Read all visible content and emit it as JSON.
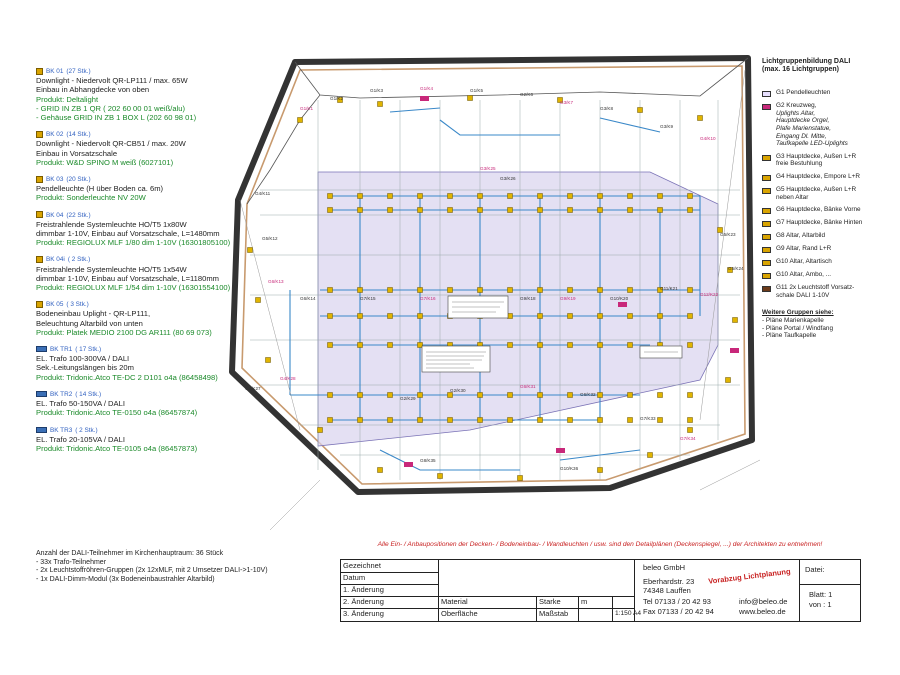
{
  "legend": [
    {
      "code": "BK 01",
      "count": "(27 Stk.)",
      "lines": [
        "Downlight - Niedervolt QR-LP111 / max. 65W",
        "Einbau in Abhangdecke von oben"
      ],
      "product": [
        "Produkt: Deltalight",
        "- GRID IN ZB 1 QR ( 202 60 00 01 weiß/alu)",
        "- Gehäuse GRID IN ZB 1 BOX L (202 60 98 01)"
      ]
    },
    {
      "code": "BK 02",
      "count": "(14 Stk.)",
      "lines": [
        "Downlight - Niedervolt QR-CB51 / max. 20W",
        "Einbau in Vorsatzschale"
      ],
      "product": [
        "Produkt: W&D SPINO M weiß (6027101)"
      ]
    },
    {
      "code": "BK 03",
      "count": "(20 Stk.)",
      "lines": [
        "Pendelleuchte (H über Boden ca. 6m)"
      ],
      "product": [
        "Produkt: Sonderleuchte NV 20W"
      ]
    },
    {
      "code": "BK 04",
      "count": "(22 Stk.)",
      "lines": [
        "Freistrahlende Systemleuchte HO/T5 1x80W",
        "dimmbar 1-10V, Einbau auf Vorsatzschale, L=1480mm"
      ],
      "product": [
        "Produkt: REGIOLUX MLF 1/80 dim 1-10V (16301805100)"
      ]
    },
    {
      "code": "BK 04i",
      "count": "( 2 Stk.)",
      "lines": [
        "Freistrahlende Systemleuchte HO/T5 1x54W",
        "dimmbar 1-10V, Einbau auf Vorsatzschale, L=1180mm"
      ],
      "product": [
        "Produkt: REGIOLUX MLF 1/54 dim 1-10V (16301554100)"
      ]
    },
    {
      "code": "BK 05",
      "count": "( 3 Stk.)",
      "lines": [
        "Bodeneinbau Uplight - QR-LP111,",
        "Beleuchtung Altarbild von unten"
      ],
      "product": [
        "Produkt: Platek MEDIO 2100 DG AR111 (80 69 073)"
      ]
    },
    {
      "code": "BK TR1",
      "count": "( 17 Stk.)",
      "lines": [
        "EL. Trafo 100-300VA / DALI",
        "Sek.-Leitungslängen bis 20m"
      ],
      "product": [
        "Produkt: Tridonic.Atco TE-DC 2 D101 o4a (86458498)"
      ]
    },
    {
      "code": "BK TR2",
      "count": "( 14 Stk.)",
      "lines": [
        "EL. Trafo 50-150VA / DALI"
      ],
      "product": [
        "Produkt: Tridonic.Atco TE-0150 o4a (86457874)"
      ]
    },
    {
      "code": "BK TR3",
      "count": "( 2 Stk.)",
      "lines": [
        "EL. Trafo 20-105VA / DALI"
      ],
      "product": [
        "Produkt: Tridonic.Atco TE-0105 o4a (86457873)"
      ]
    }
  ],
  "groups": {
    "title_line1": "Lichtgruppenbildung DALI",
    "title_line2": "(max. 16 Lichtgruppen)",
    "items": [
      {
        "label": "G1 Pendelleuchten",
        "color": "#e8e0ff"
      },
      {
        "label": "G2 Kreuzweg,",
        "extra": [
          "Uplights Altar,",
          "Hauptdecke Orgel,",
          "Plafe Marienstatue,",
          "Eingang Dl. Mitte,",
          "Taufkapelle LED-Uplights"
        ],
        "color": "#c8287a"
      },
      {
        "label": "G3 Hauptdecke, Außen L+R",
        "extra": [
          "freie Bestuhlung"
        ],
        "color": "#d9a400"
      },
      {
        "label": "G4 Hauptdecke, Empore L+R",
        "color": "#d9a400"
      },
      {
        "label": "G5 Hauptdecke, Außen L+R",
        "extra": [
          "neben Altar"
        ],
        "color": "#d9a400"
      },
      {
        "label": "G6 Hauptdecke, Bänke Vorne",
        "color": "#d9a400"
      },
      {
        "label": "G7 Hauptdecke, Bänke Hinten",
        "color": "#d9a400"
      },
      {
        "label": "G8 Altar, Altarbild",
        "color": "#d9a400"
      },
      {
        "label": "G9 Altar, Rand L+R",
        "color": "#d9a400"
      },
      {
        "label": "G10 Altar, Altartisch",
        "color": "#d9a400"
      },
      {
        "label": "G10 Altar, Ambo, ...",
        "color": "#d9a400"
      },
      {
        "label": "G11 2x Leuchtstoff Vorsatz-",
        "extra": [
          "schale DALI 1-10V"
        ],
        "color": "#6b3a1a"
      }
    ],
    "further_title": "Weitere Gruppen siehe:",
    "further": [
      "- Pläne Marienkapelle",
      "- Pläne Portal / Windfang",
      "- Pläne Taufkapelle"
    ]
  },
  "notes": [
    "Anzahl der DALI-Teilnehmer im Kirchenhauptraum: 36 Stück",
    "- 33x Trafo-Teilnehmer",
    "- 2x Leuchtstoffröhren-Gruppen (2x 12xMLF, mit 2 Umsetzer DALI->1-10V)",
    "- 1x DALI-Dimm-Modul (3x Bodeneinbaustrahler Altarbild)"
  ],
  "disclaimer": "Alle Ein- / Anbaupositionen der Decken- / Bodeneinbau- / Wandleuchten / usw. sind den Detailplänen (Deckenspiegel, ...) der Architekten zu entnehmen!",
  "titleblock": {
    "gezeichnet": "Gezeichnet",
    "datum": "Datum",
    "aend1": "1. Änderung",
    "aend2": "2. Änderung",
    "aend3": "3. Änderung",
    "material": "Material",
    "oberflaeche": "Oberfläche",
    "starke": "Starke",
    "starke_unit": "m",
    "massstab": "Maßstab",
    "massstab_val": "1:150 A4",
    "company": "beleo GmbH",
    "street": "Eberhardstr. 23",
    "city": "74348 Lauffen",
    "tel": "Tel  07133 / 20 42 93",
    "fax": "Fax 07133 / 20 42 94",
    "email": "info@beleo.de",
    "web": "www.beleo.de",
    "stamp": "Vorabzug Lichtplanung",
    "datei": "Datei:",
    "blatt": "Blatt: 1",
    "von": "von : 1"
  },
  "plan_labels": [
    "G1/K1",
    "G1/K2",
    "G1/K3",
    "G1/K4",
    "G1/K5",
    "G2/K6",
    "G3/K7",
    "G3/K8",
    "G3/K9",
    "G4/K10",
    "G4/K11",
    "G5/K12",
    "G6/K13",
    "G6/K14",
    "G7/K15",
    "G7/K16",
    "G8/K17",
    "G9/K18",
    "G9/K19",
    "G10/K20",
    "G11/K21",
    "G12/K22",
    "G5/K23",
    "G5/K24",
    "G3/K25",
    "G3/K26",
    "G4/K27",
    "G4/K28",
    "G2/K29",
    "G2/K30",
    "G6/K31",
    "G6/K32",
    "G7/K33",
    "G7/K34",
    "G8/K35",
    "G10/K36"
  ]
}
